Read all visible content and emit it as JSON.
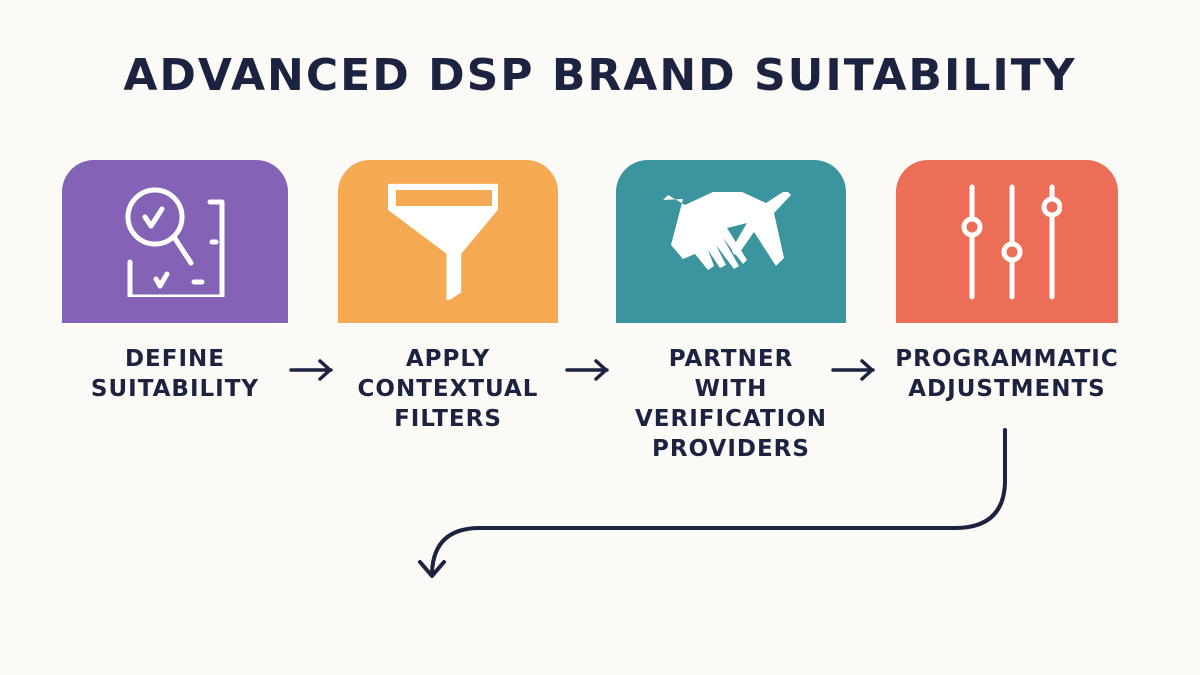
{
  "title": "ADVANCED DSP BRAND SUITABILITY",
  "steps": [
    {
      "label": "DEFINE\nSUITABILITY",
      "icon": "checklist-magnifier-icon",
      "color": "#8462b5"
    },
    {
      "label": "APPLY\nCONTEXTUAL\nFILTERS",
      "icon": "funnel-icon",
      "color": "#f5a953"
    },
    {
      "label": "PARTNER\nWITH\nVERIFICATION\nPROVIDERS",
      "icon": "handshake-icon",
      "color": "#3a959f"
    },
    {
      "label": "PROGRAMMATIC\nADJUSTMENTS",
      "icon": "sliders-icon",
      "color": "#ec6e56"
    }
  ]
}
